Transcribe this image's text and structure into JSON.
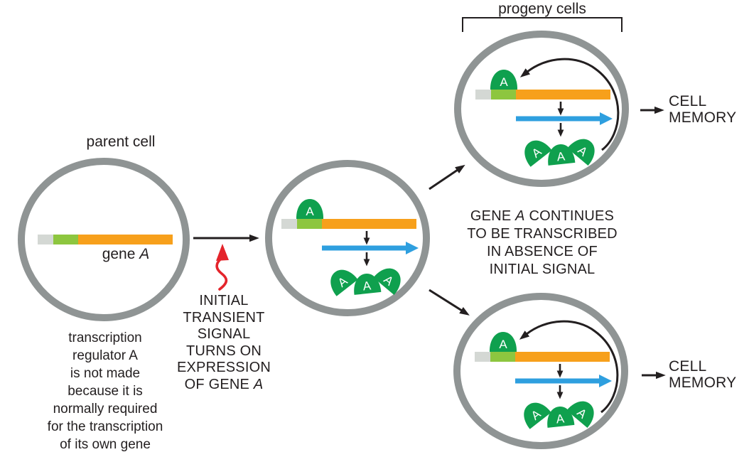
{
  "figure": {
    "parent_cell_label": "parent cell",
    "gene_label_prefix": "gene ",
    "gene_letter": "A",
    "protein_label": "A",
    "parent_caption": "transcription\nregulator A\nis not made\nbecause it is\nnormally required\nfor the transcription\nof its own gene",
    "signal_caption_lines": "INITIAL\nTRANSIENT\nSIGNAL\nTURNS ON\nEXPRESSION",
    "signal_last_prefix": "OF GENE ",
    "continues_prefix": "GENE ",
    "continues_suffix": " CONTINUES",
    "continues_rest": "TO BE TRANSCRIBED\nIN ABSENCE OF\nINITIAL SIGNAL",
    "progeny_label": "progeny cells",
    "cell_memory": "CELL\nMEMORY"
  },
  "colors": {
    "membrane": "#8f9494",
    "bar_gray": "#d4d8d4",
    "bar_green": "#8dc63f",
    "bar_orange": "#f7a01b",
    "protein_green": "#0fa04e",
    "rna_blue": "#2e9fdf",
    "signal_red": "#e4242b",
    "ink": "#231f20",
    "cell_fill": "#ffffff"
  }
}
